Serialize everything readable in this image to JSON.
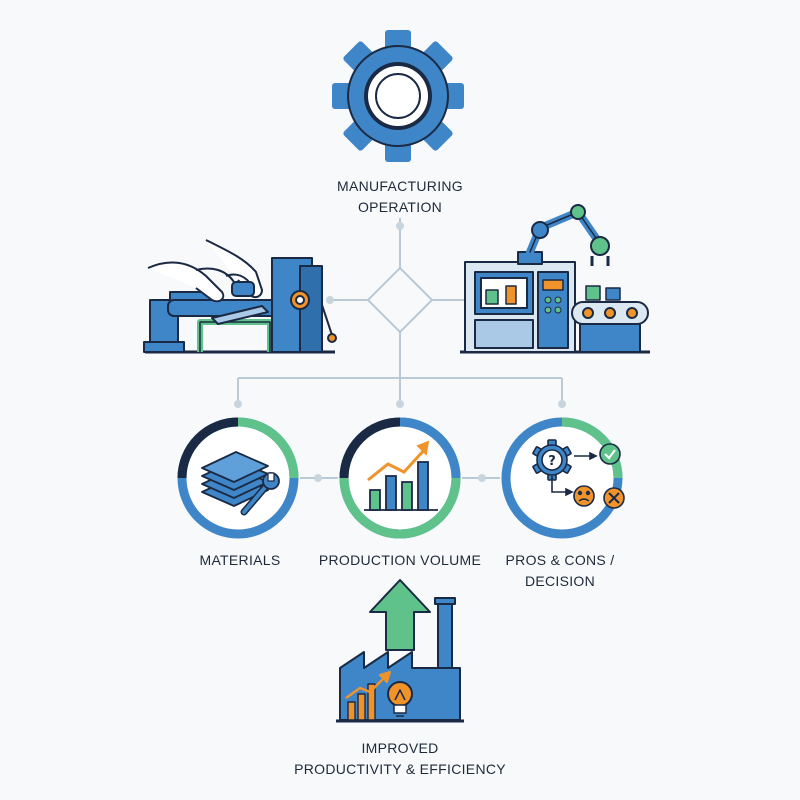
{
  "colors": {
    "blue": "#3f86c9",
    "dark_navy": "#1b2a44",
    "green": "#5ec28a",
    "orange": "#f0932b",
    "connector": "#b9c9d6"
  },
  "nodes": {
    "top": {
      "icon": "gear-icon",
      "line1": "MANUFACTURING",
      "line2": "OPERATION"
    },
    "left_machine": {
      "icon": "manual-lathe-icon"
    },
    "right_machine": {
      "icon": "robotic-assembly-line-icon"
    },
    "materials": {
      "icon": "material-sheets-wrench-icon",
      "label": "MATERIALS"
    },
    "production_volume": {
      "icon": "bar-chart-growth-icon",
      "label": "PRODUCTION VOLUME"
    },
    "pros_cons": {
      "icon": "decision-flow-icon",
      "line1": "PROS & CONS /",
      "line2": "DECISION"
    },
    "bottom": {
      "icon": "factory-growth-icon",
      "line1": "IMPROVED",
      "line2": "PRODUCTIVITY & EFFICIENCY"
    }
  }
}
